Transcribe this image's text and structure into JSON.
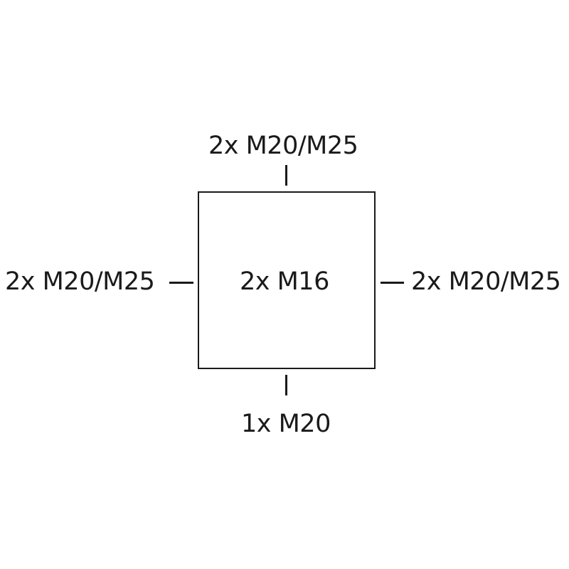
{
  "diagram": {
    "center_label": "2x M16",
    "top_label": "2x M20/M25",
    "left_label": "2x M20/M25",
    "right_label": "2x M20/M25",
    "bottom_label": "1x M20"
  }
}
